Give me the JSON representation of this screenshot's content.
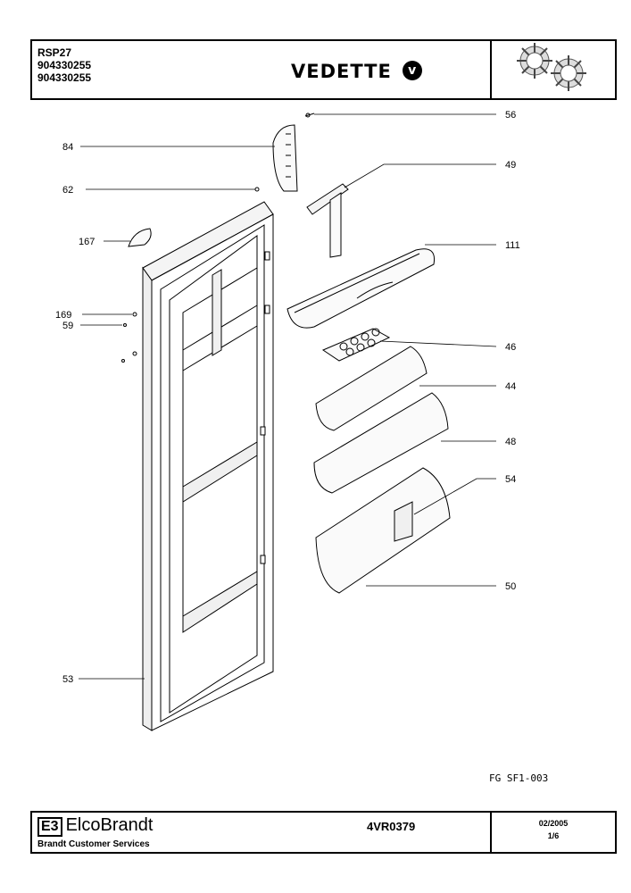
{
  "header": {
    "model": "RSP27",
    "ref1": "904330255",
    "ref2": "904330255",
    "brand": "VEDETTE",
    "brand_logo_glyph": "v"
  },
  "callouts": {
    "c56": "56",
    "c84": "84",
    "c49": "49",
    "c62": "62",
    "c167": "167",
    "c111": "111",
    "c169": "169",
    "c59": "59",
    "c46": "46",
    "c44": "44",
    "c48": "48",
    "c54": "54",
    "c50": "50",
    "c53": "53"
  },
  "figure_ref": "FG SF1-003",
  "footer": {
    "company": "ElcoBrandt",
    "company_mark": "E3",
    "service": "Brandt Customer Services",
    "doc_ref": "4VR0379",
    "date": "02/2005",
    "page": "1/6"
  }
}
